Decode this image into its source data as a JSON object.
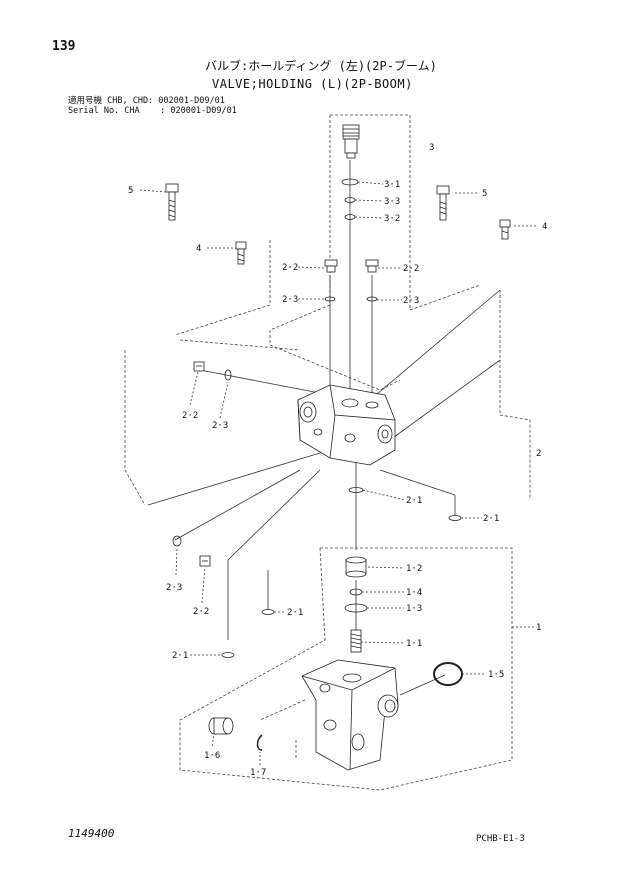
{
  "header": {
    "page_number": "139",
    "title_jp": "バルブ:ホールディング (左)(2P-ブーム)",
    "title_en": "VALVE;HOLDING (L)(2P-BOOM)",
    "serial_line_1": "適用号機 CHB, CHD: 002001-D09/01",
    "serial_line_2": "Serial No. CHA    : 020001-D09/01"
  },
  "callouts": {
    "c1": "1",
    "c1_1": "1·1",
    "c1_2": "1·2",
    "c1_3": "1·3",
    "c1_4": "1·4",
    "c1_5": "1·5",
    "c1_6": "1·6",
    "c1_7": "1·7",
    "c2": "2",
    "c2_1a": "2·1",
    "c2_1b": "2·1",
    "c2_1c": "2·1",
    "c2_1d": "2·1",
    "c2_2a": "2·2",
    "c2_2b": "2·2",
    "c2_2c": "2·2",
    "c2_2d": "2·2",
    "c2_3a": "2·3",
    "c2_3b": "2·3",
    "c2_3c": "2·3",
    "c2_3d": "2·3",
    "c3": "3",
    "c3_1": "3·1",
    "c3_2": "3·2",
    "c3_3": "3·3",
    "c4a": "4",
    "c4b": "4",
    "c5a": "5",
    "c5b": "5"
  },
  "footer": {
    "drawing_number": "1149400",
    "page_reference": "PCHB-E1-3"
  }
}
